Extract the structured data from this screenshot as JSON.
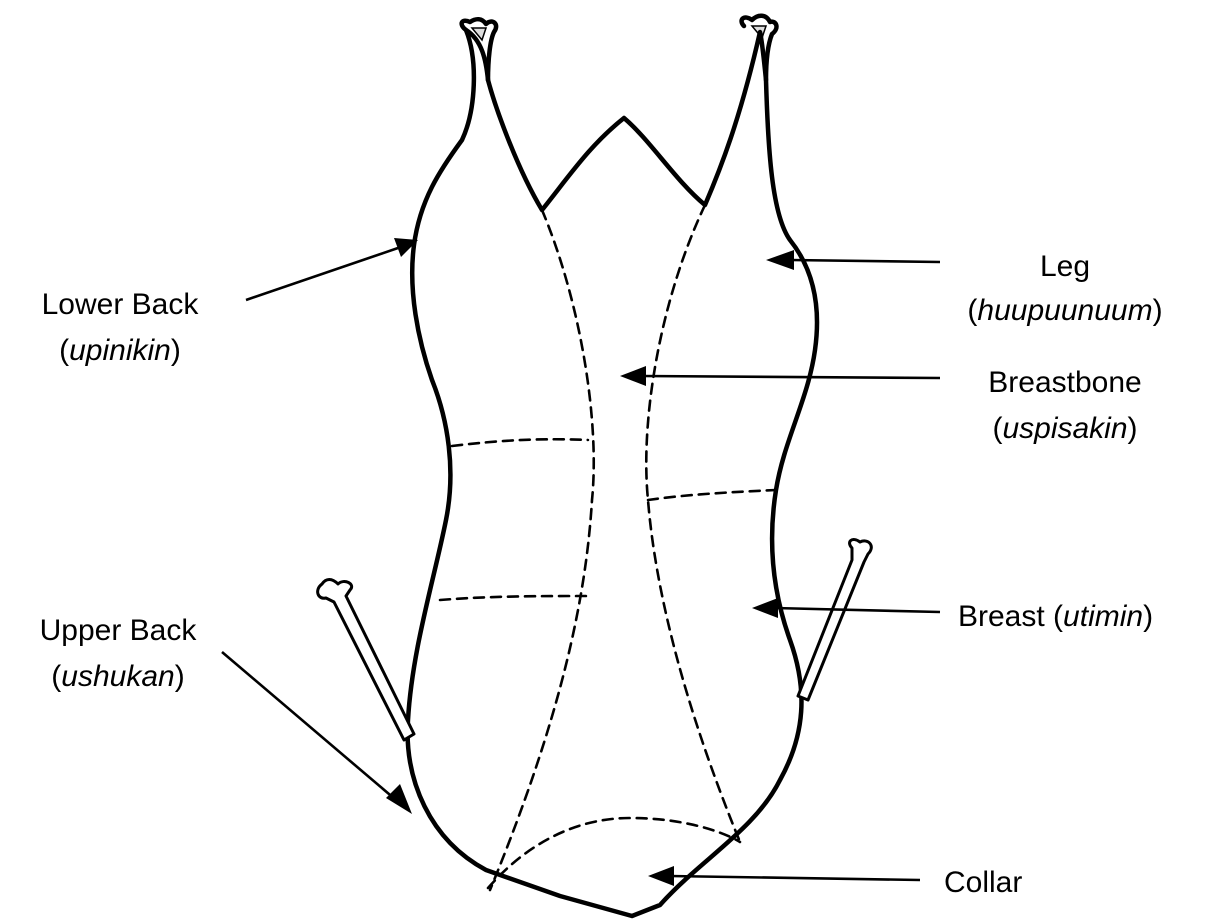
{
  "labels": {
    "leg": {
      "name": "Leg",
      "term": "huupuunuum"
    },
    "lower_back": {
      "name": "Lower Back",
      "term": "upinikin"
    },
    "breastbone": {
      "name": "Breastbone",
      "term": "uspisakin"
    },
    "upper_back": {
      "name": "Upper Back",
      "term": "ushukan"
    },
    "breast": {
      "name": "Breast",
      "term": "utimin"
    },
    "collar": {
      "name": "Collar"
    }
  }
}
